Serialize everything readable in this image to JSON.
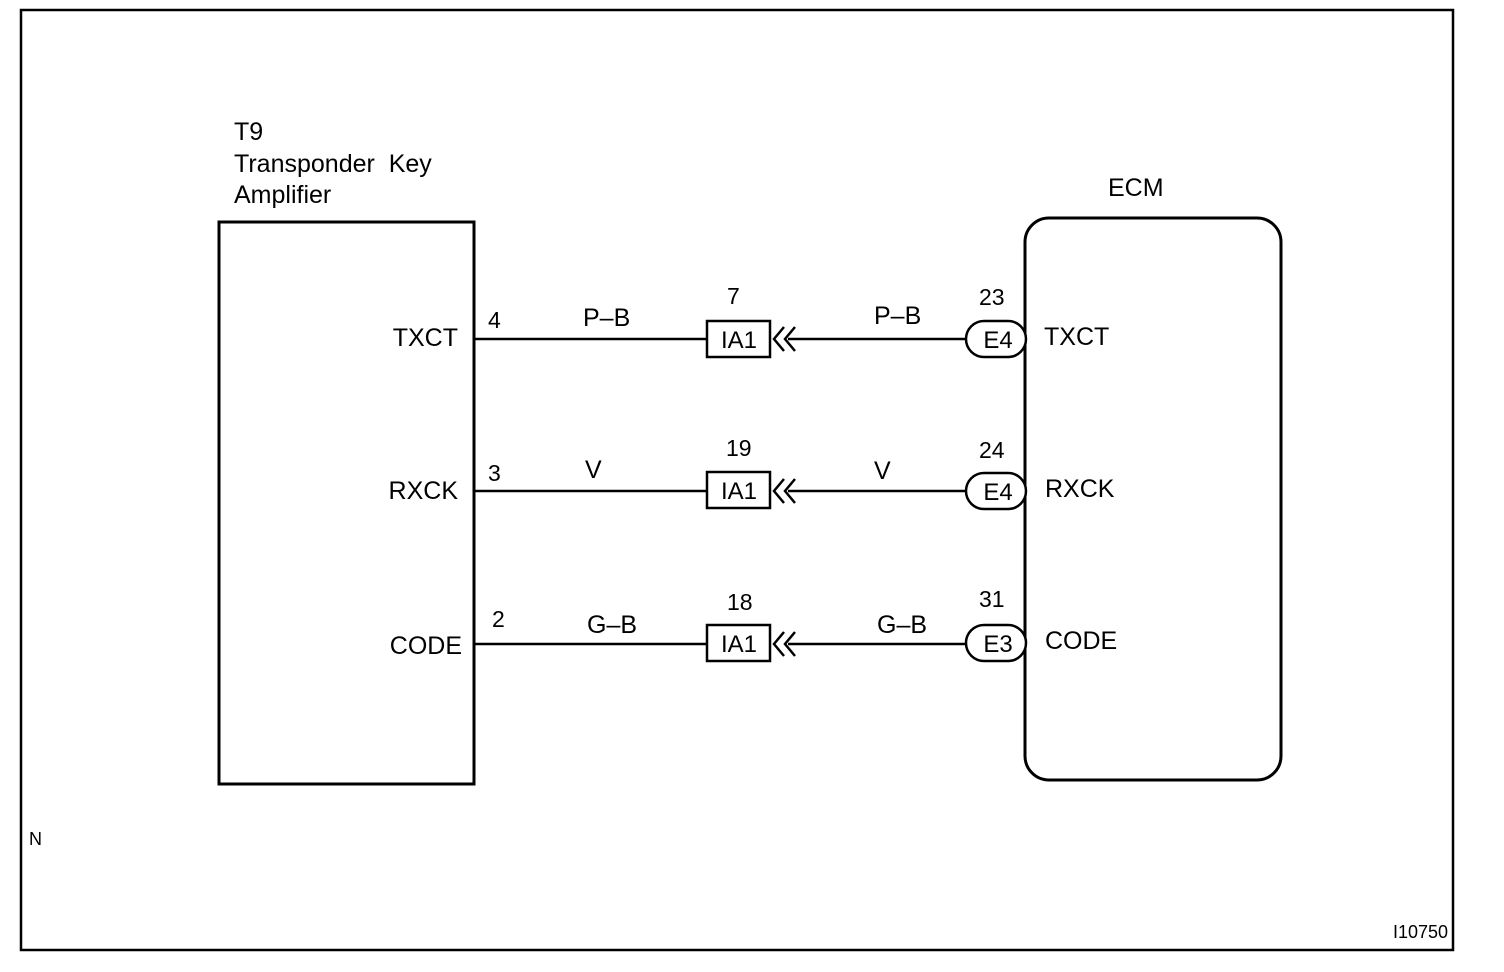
{
  "amplifier": {
    "code": "T9",
    "name_line1": "Transponder  Key",
    "name_line2": "Amplifier"
  },
  "ecm": {
    "label": "ECM"
  },
  "circuits": [
    {
      "signal": "TXCT",
      "amp_pin": "4",
      "wire_color_left": "P–B",
      "junction_pin": "7",
      "junction_label": "IA1",
      "wire_color_right": "P–B",
      "ecm_pin": "23",
      "ecm_connector": "E4"
    },
    {
      "signal": "RXCK",
      "amp_pin": "3",
      "wire_color_left": "V",
      "junction_pin": "19",
      "junction_label": "IA1",
      "wire_color_right": "V",
      "ecm_pin": "24",
      "ecm_connector": "E4"
    },
    {
      "signal": "CODE",
      "amp_pin": "2",
      "wire_color_left": "G–B",
      "junction_pin": "18",
      "junction_label": "IA1",
      "wire_color_right": "G–B",
      "ecm_pin": "31",
      "ecm_connector": "E3"
    }
  ],
  "corner_mark": "N",
  "figure_id": "I10750"
}
